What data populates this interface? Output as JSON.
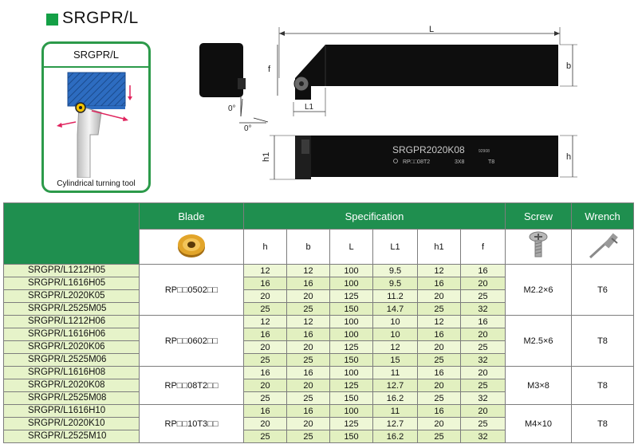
{
  "title": "SRGPR/L",
  "panel": {
    "header": "SRGPR/L",
    "caption": "Cylindrical turning tool"
  },
  "drawing": {
    "dim_L": "L",
    "dim_b": "b",
    "dim_f": "f",
    "dim_L1": "L1",
    "dim_h1": "h1",
    "dim_h": "h",
    "angle_top": "0°",
    "angle_bottom": "0°",
    "engraving_model": "SRGPR2020K08",
    "engraving_insert": "RP□□08T2",
    "engraving_screw": "3X8",
    "engraving_wrench": "T8",
    "engraving_small": "92908"
  },
  "table": {
    "headers": {
      "blade": "Blade",
      "specification": "Specification",
      "screw": "Screw",
      "wrench": "Wrench"
    },
    "spec_columns": [
      "h",
      "b",
      "L",
      "L1",
      "h1",
      "f"
    ],
    "groups": [
      {
        "blade": "RP□□0502□□",
        "screw": "M2.2×6",
        "wrench": "T6",
        "rows": [
          {
            "model": "SRGPR/L1212H05",
            "h": "12",
            "b": "12",
            "L": "100",
            "L1": "9.5",
            "h1": "12",
            "f": "16"
          },
          {
            "model": "SRGPR/L1616H05",
            "h": "16",
            "b": "16",
            "L": "100",
            "L1": "9.5",
            "h1": "16",
            "f": "20"
          },
          {
            "model": "SRGPR/L2020K05",
            "h": "20",
            "b": "20",
            "L": "125",
            "L1": "11.2",
            "h1": "20",
            "f": "25"
          },
          {
            "model": "SRGPR/L2525M05",
            "h": "25",
            "b": "25",
            "L": "150",
            "L1": "14.7",
            "h1": "25",
            "f": "32"
          }
        ]
      },
      {
        "blade": "RP□□0602□□",
        "screw": "M2.5×6",
        "wrench": "T8",
        "rows": [
          {
            "model": "SRGPR/L1212H06",
            "h": "12",
            "b": "12",
            "L": "100",
            "L1": "10",
            "h1": "12",
            "f": "16"
          },
          {
            "model": "SRGPR/L1616H06",
            "h": "16",
            "b": "16",
            "L": "100",
            "L1": "10",
            "h1": "16",
            "f": "20"
          },
          {
            "model": "SRGPR/L2020K06",
            "h": "20",
            "b": "20",
            "L": "125",
            "L1": "12",
            "h1": "20",
            "f": "25"
          },
          {
            "model": "SRGPR/L2525M06",
            "h": "25",
            "b": "25",
            "L": "150",
            "L1": "15",
            "h1": "25",
            "f": "32"
          }
        ]
      },
      {
        "blade": "RP□□08T2□□",
        "screw": "M3×8",
        "wrench": "T8",
        "rows": [
          {
            "model": "SRGPR/L1616H08",
            "h": "16",
            "b": "16",
            "L": "100",
            "L1": "11",
            "h1": "16",
            "f": "20"
          },
          {
            "model": "SRGPR/L2020K08",
            "h": "20",
            "b": "20",
            "L": "125",
            "L1": "12.7",
            "h1": "20",
            "f": "25"
          },
          {
            "model": "SRGPR/L2525M08",
            "h": "25",
            "b": "25",
            "L": "150",
            "L1": "16.2",
            "h1": "25",
            "f": "32"
          }
        ]
      },
      {
        "blade": "RP□□10T3□□",
        "screw": "M4×10",
        "wrench": "T8",
        "rows": [
          {
            "model": "SRGPR/L1616H10",
            "h": "16",
            "b": "16",
            "L": "100",
            "L1": "11",
            "h1": "16",
            "f": "20"
          },
          {
            "model": "SRGPR/L2020K10",
            "h": "20",
            "b": "20",
            "L": "125",
            "L1": "12.7",
            "h1": "20",
            "f": "25"
          },
          {
            "model": "SRGPR/L2525M10",
            "h": "25",
            "b": "25",
            "L": "150",
            "L1": "16.2",
            "h1": "25",
            "f": "32"
          }
        ]
      }
    ]
  },
  "icons": {
    "insert": "round-insert-icon",
    "screw": "screw-icon",
    "wrench": "torx-wrench-icon"
  },
  "colors": {
    "brand_green": "#1f8f4f",
    "title_green": "#14a046",
    "panel_green": "#2c9a4a",
    "row_green": "#e6f3c9",
    "tool_black": "#0e0e0e",
    "blueprint_blue": "#2461b3"
  }
}
